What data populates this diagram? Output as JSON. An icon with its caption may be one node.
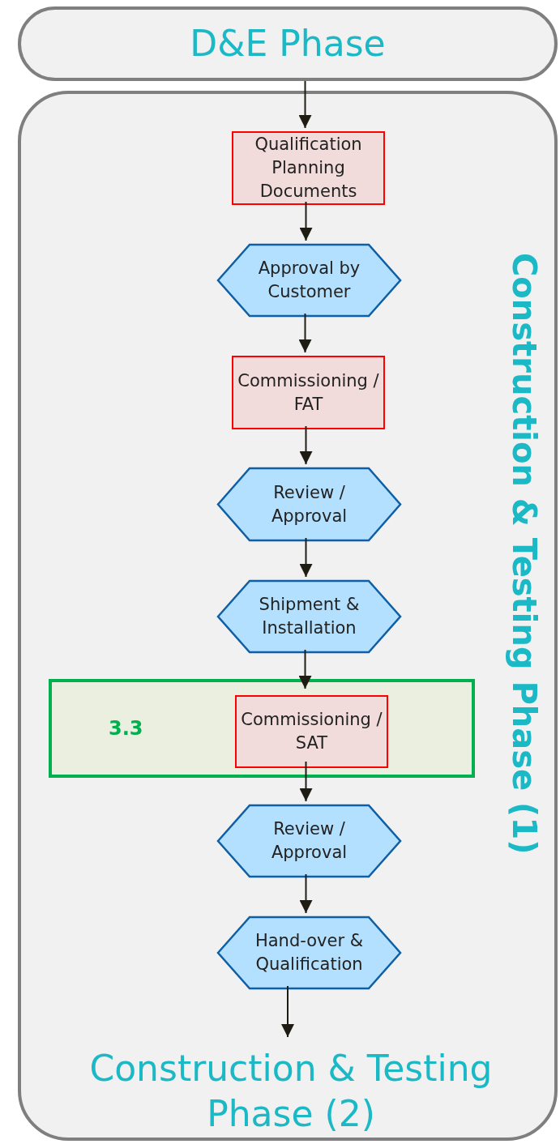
{
  "diagram": {
    "nodes": [
      {
        "text": [
          "D&E Phase"
        ]
      },
      {
        "text": [
          "Construction & Testing Phase (1)"
        ]
      },
      {
        "text": [
          "Qualification Planning Documents"
        ],
        "in": 1
      },
      {
        "text": [
          "Approval by Customer"
        ],
        "in": 1
      },
      {
        "text": [
          "Commissioning / FAT"
        ],
        "in": 1
      },
      {
        "text": [
          "Review / Approval"
        ],
        "in": 1
      },
      {
        "text": [
          "Shipment & Installation"
        ],
        "in": 1
      },
      {
        "text": [
          "3.3"
        ],
        "in": 1
      },
      {
        "text": [
          "Commissioning / SAT"
        ],
        "in": 7
      },
      {
        "text": [
          "Review / Approval"
        ],
        "in": 1
      },
      {
        "text": [
          "Hand-over & Qualification"
        ],
        "in": 1
      },
      {
        "text": [
          "Construction & Testing Phase (2)"
        ],
        "in": 1
      }
    ],
    "edges": [
      {
        "from": 0,
        "to": 2,
        "arrow": "to"
      },
      {
        "from": 2,
        "to": 3,
        "arrow": "to"
      },
      {
        "from": 3,
        "to": 4,
        "arrow": "to"
      },
      {
        "from": 4,
        "to": 5,
        "arrow": "to"
      },
      {
        "from": 5,
        "to": 6,
        "arrow": "to"
      },
      {
        "from": 6,
        "to": 8,
        "arrow": "to"
      },
      {
        "from": 8,
        "to": 9,
        "arrow": "to"
      },
      {
        "from": 9,
        "to": 10,
        "arrow": "to"
      },
      {
        "from": 10,
        "to": 11,
        "arrow": "to"
      }
    ]
  }
}
